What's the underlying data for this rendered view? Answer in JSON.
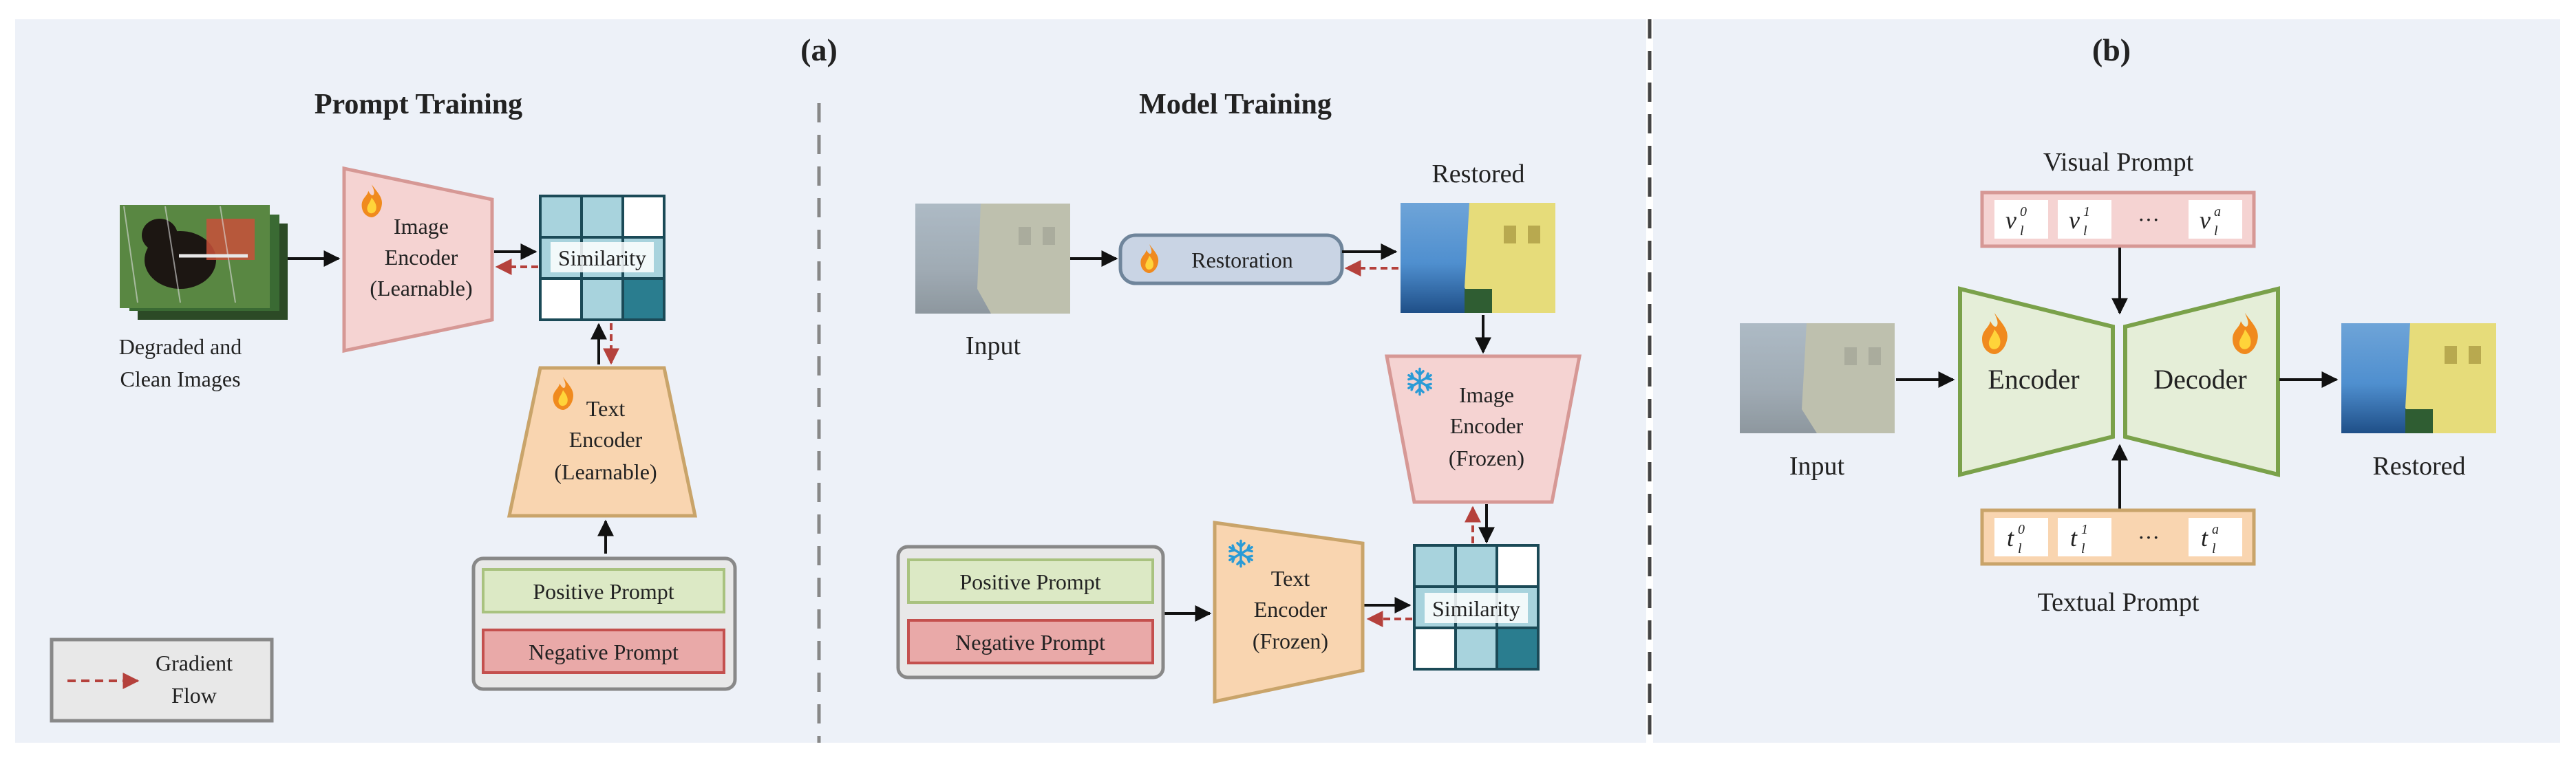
{
  "panel_a": {
    "label": "(a)",
    "prompt_training": {
      "title": "Prompt Training",
      "images_label": [
        "Degraded and",
        "Clean Images"
      ],
      "image_encoder": [
        "Image",
        "Encoder",
        "(Learnable)"
      ],
      "similarity": "Similarity",
      "text_encoder": [
        "Text",
        "Encoder",
        "(Learnable)"
      ],
      "positive_prompt": "Positive Prompt",
      "negative_prompt": "Negative Prompt",
      "legend": [
        "Gradient",
        "Flow"
      ]
    },
    "model_training": {
      "title": "Model Training",
      "input_label": "Input",
      "restoration": "Restoration",
      "restored_label": "Restored",
      "image_encoder": [
        "Image",
        "Encoder",
        "(Frozen)"
      ],
      "text_encoder": [
        "Text",
        "Encoder",
        "(Frozen)"
      ],
      "similarity": "Similarity",
      "positive_prompt": "Positive Prompt",
      "negative_prompt": "Negative Prompt"
    }
  },
  "panel_b": {
    "label": "(b)",
    "visual_prompt_title": "Visual Prompt",
    "textual_prompt_title": "Textual Prompt",
    "encoder": "Encoder",
    "decoder": "Decoder",
    "input_label": "Input",
    "restored_label": "Restored",
    "visual_tokens": [
      {
        "base": "v",
        "sub": "l",
        "sup": "0"
      },
      {
        "base": "v",
        "sub": "l",
        "sup": "1"
      },
      {
        "base": "v",
        "sub": "l",
        "sup": "a"
      }
    ],
    "textual_tokens": [
      {
        "base": "t",
        "sub": "l",
        "sup": "0"
      },
      {
        "base": "t",
        "sub": "l",
        "sup": "1"
      },
      {
        "base": "t",
        "sub": "l",
        "sup": "a"
      }
    ],
    "ellipsis": "···"
  },
  "colors": {
    "background": "#edf1f8",
    "image_encoder_fill": "#f5d3d2",
    "image_encoder_stroke": "#d69895",
    "text_encoder_fill": "#f9d5b0",
    "text_encoder_stroke": "#c9a46a",
    "positive_fill": "#dce9c5",
    "positive_stroke": "#a9c27f",
    "negative_fill": "#e9a9a8",
    "negative_stroke": "#c4504e",
    "restoration_fill": "#c9d4e4",
    "codec_fill": "#e5eed8",
    "codec_stroke": "#7aa14a",
    "grid_light": "#a8d3dd",
    "grid_dark": "#2a7d8f",
    "gradient_arrow": "#b5413c"
  },
  "icons": [
    "flame-icon",
    "snowflake-icon"
  ]
}
